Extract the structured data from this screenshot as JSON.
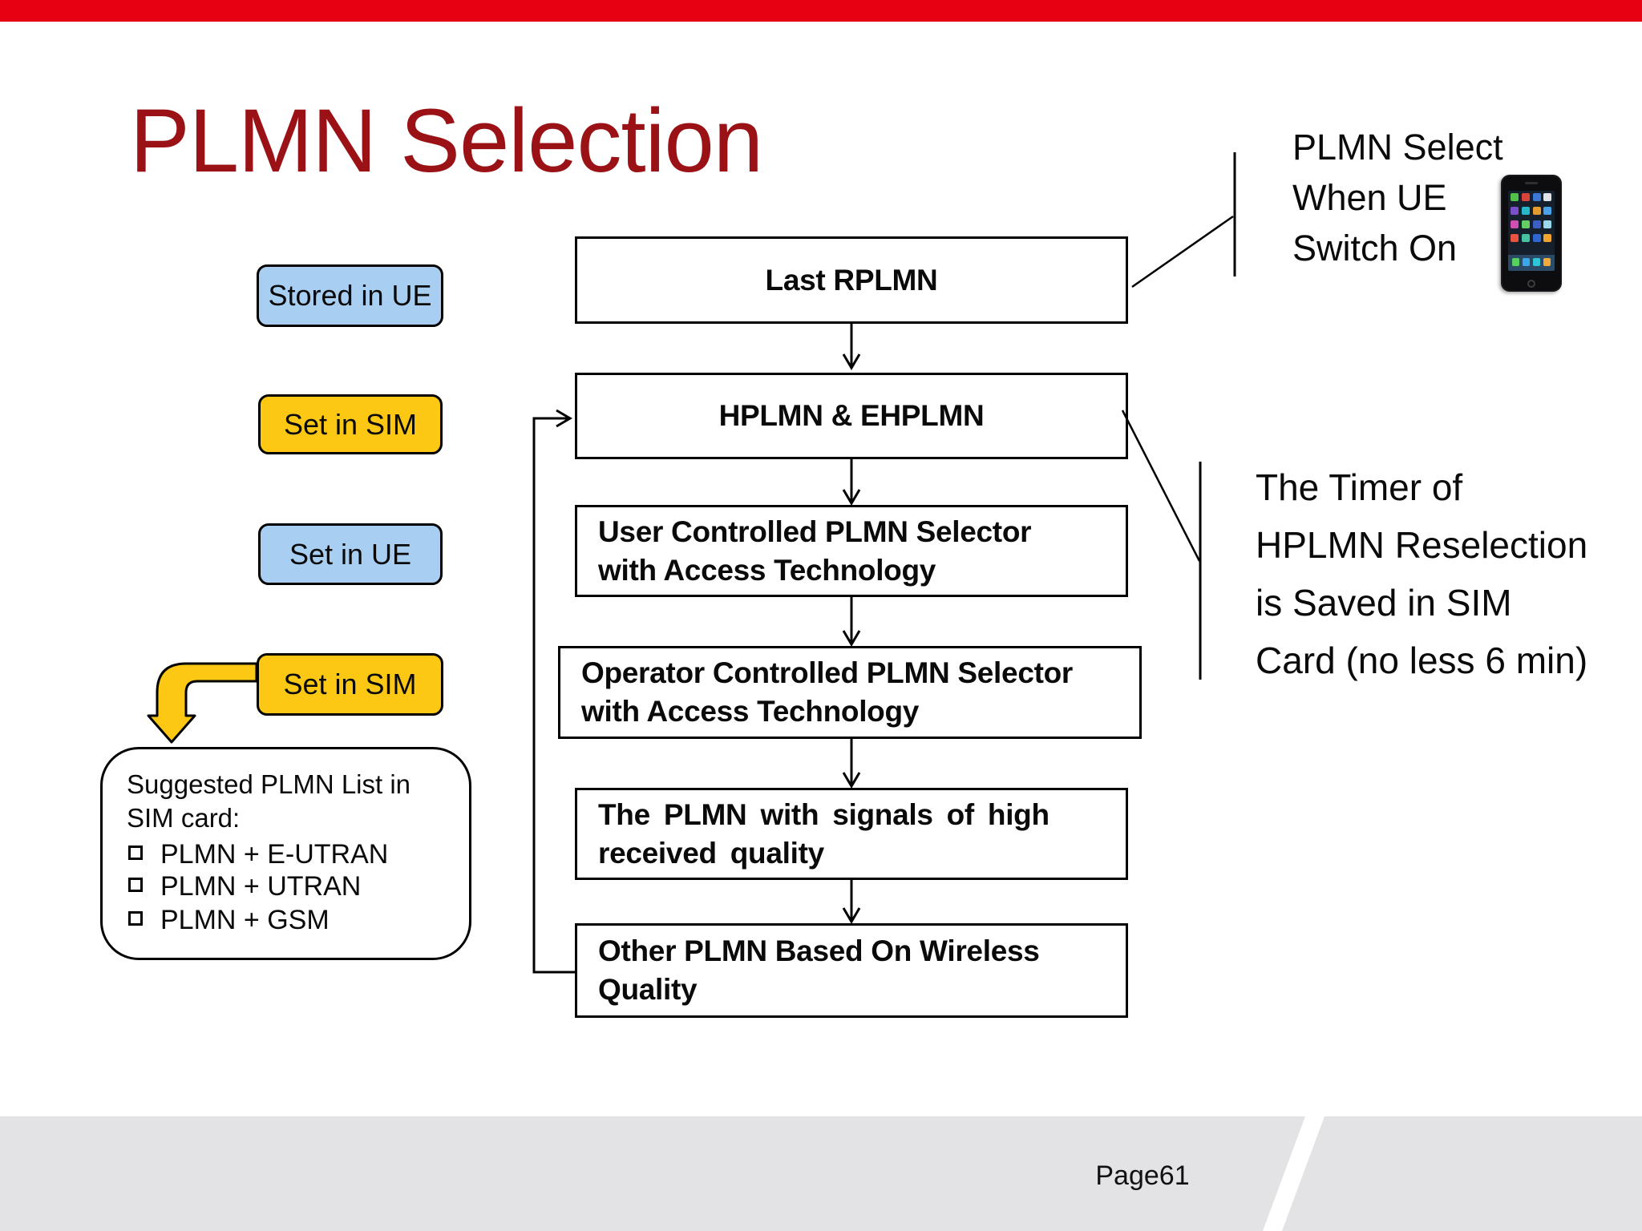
{
  "slide": {
    "title": "PLMN Selection",
    "page_label": "Page61"
  },
  "colors": {
    "top_bar_red": "#E60012",
    "title_red": "#9B1216",
    "badge_blue": "#A8CEF2",
    "badge_yellow": "#FCC813",
    "footer_gray": "#E3E2E5",
    "line_black": "#000000"
  },
  "badges": [
    {
      "label": "Stored in UE",
      "color": "blue"
    },
    {
      "label": "Set in SIM",
      "color": "yellow"
    },
    {
      "label": "Set in UE",
      "color": "blue"
    },
    {
      "label": "Set in SIM",
      "color": "yellow"
    }
  ],
  "flow_boxes": [
    {
      "lines": [
        "Last RPLMN"
      ]
    },
    {
      "lines": [
        "HPLMN & EHPLMN"
      ]
    },
    {
      "lines": [
        "User Controlled PLMN Selector",
        "with Access Technology"
      ]
    },
    {
      "lines": [
        "Operator Controlled PLMN Selector",
        "with Access Technology"
      ]
    },
    {
      "lines": [
        "The PLMN with signals of high",
        "received quality"
      ]
    },
    {
      "lines": [
        "Other PLMN Based On Wireless",
        "Quality"
      ]
    }
  ],
  "suggested_list": {
    "heading_lines": [
      "Suggested PLMN List in",
      "SIM card:"
    ],
    "items": [
      "PLMN + E-UTRAN",
      "PLMN + UTRAN",
      "PLMN + GSM"
    ]
  },
  "callouts": {
    "power_on": {
      "lines": [
        "PLMN Select",
        "When UE",
        "Switch On"
      ]
    },
    "timer": {
      "lines": [
        "The Timer of",
        "HPLMN Reselection",
        "is Saved in SIM",
        "Card (no less 6 min)"
      ]
    }
  },
  "icons": {
    "phone": "smartphone-icon",
    "elbow_arrow": "bent-arrow-down-icon",
    "flow_arrows": "down-arrow-icon",
    "loop_arrow": "feedback-loop-arrow-icon"
  }
}
